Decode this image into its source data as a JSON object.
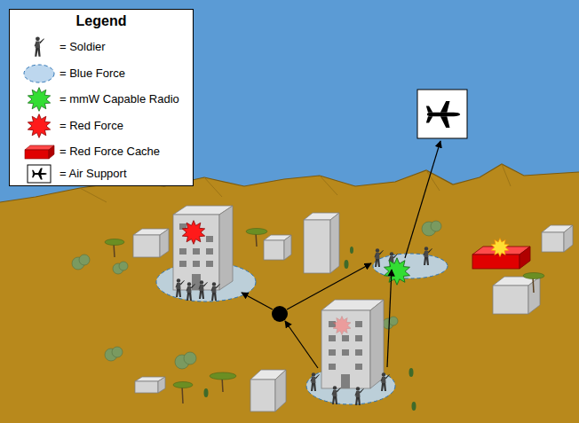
{
  "diagram": {
    "labels": [
      "Legend"
    ],
    "legend": [
      {
        "text": "= Soldier"
      },
      {
        "text": "= Blue Force"
      },
      {
        "text": "= mmW Capable Radio"
      },
      {
        "text": "= Red Force"
      },
      {
        "text": "= Red Force Cache"
      },
      {
        "text": "= Air Support"
      }
    ]
  }
}
